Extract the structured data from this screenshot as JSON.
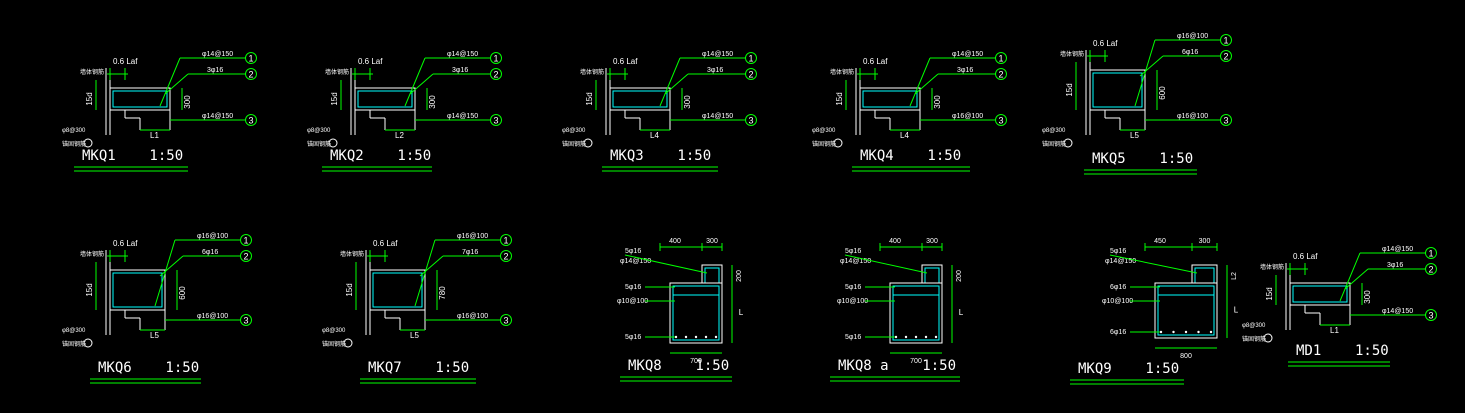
{
  "colors": {
    "background": "#000000",
    "line": "#ffffff",
    "leader": "#00ff00",
    "rebar": "#00ffff",
    "title": "#ffffff",
    "text": "#ffffff"
  },
  "details": [
    {
      "id": "mkq1",
      "title": "MKQ1    1:50",
      "type": "beam",
      "labels": {
        "top": "0.6 Laf",
        "callout1": "φ14@150",
        "callout2": "3φ16",
        "callout3": "φ14@150",
        "depth": "300",
        "length": "L1",
        "anchor": "15d",
        "left_a": "φ8@300",
        "left_b": "墙体钢筋",
        "left_c": "锚固钢筋"
      }
    },
    {
      "id": "mkq2",
      "title": "MKQ2    1:50",
      "type": "beam",
      "labels": {
        "top": "0.6 Laf",
        "callout1": "φ14@150",
        "callout2": "3φ16",
        "callout3": "φ14@150",
        "depth": "300",
        "length": "L2",
        "anchor": "15d",
        "left_a": "φ8@300",
        "left_b": "墙体钢筋",
        "left_c": "锚固钢筋"
      }
    },
    {
      "id": "mkq3",
      "title": "MKQ3    1:50",
      "type": "beam",
      "labels": {
        "top": "0.6 Laf",
        "callout1": "φ14@150",
        "callout2": "3φ16",
        "callout3": "φ14@150",
        "depth": "300",
        "length": "L4",
        "anchor": "15d",
        "left_a": "φ8@300",
        "left_b": "墙体钢筋",
        "left_c": "锚固钢筋"
      }
    },
    {
      "id": "mkq4",
      "title": "MKQ4    1:50",
      "type": "beam",
      "labels": {
        "top": "0.6 Laf",
        "callout1": "φ14@150",
        "callout2": "3φ16",
        "callout3": "φ16@100",
        "depth": "300",
        "length": "L4",
        "anchor": "15d",
        "left_a": "φ8@300",
        "left_b": "墙体钢筋",
        "left_c": "锚固钢筋"
      }
    },
    {
      "id": "mkq5",
      "title": "MKQ5    1:50",
      "type": "wall",
      "labels": {
        "top": "0.6 Laf",
        "callout1": "φ16@100",
        "callout2": "6φ16",
        "callout3": "φ16@100",
        "depth": "600",
        "length": "L5",
        "anchor": "15d",
        "left_a": "φ8@300",
        "left_b": "墙体钢筋",
        "left_c": "锚固钢筋"
      }
    },
    {
      "id": "mkq6",
      "title": "MKQ6    1:50",
      "type": "wall",
      "labels": {
        "top": "0.6 Laf",
        "callout1": "φ16@100",
        "callout2": "6φ16",
        "callout3": "φ16@100",
        "depth": "600",
        "length": "L5",
        "anchor": "15d",
        "left_a": "φ8@300",
        "left_b": "墙体钢筋",
        "left_c": "锚固钢筋"
      }
    },
    {
      "id": "mkq7",
      "title": "MKQ7    1:50",
      "type": "wall",
      "labels": {
        "top": "0.6 Laf",
        "callout1": "φ16@100",
        "callout2": "7φ16",
        "callout3": "φ16@100",
        "depth": "780",
        "length": "L5",
        "anchor": "15d",
        "left_a": "φ8@300",
        "left_b": "墙体钢筋",
        "left_c": "锚固钢筋"
      }
    },
    {
      "id": "mkq8",
      "title": "MKQ8    1:50",
      "type": "column",
      "labels": {
        "w1": "400",
        "w2": "300",
        "top_a": "5φ16",
        "top_b": "φ14@150",
        "h1": "200",
        "mid_a": "5φ16",
        "mid_b": "φ10@100",
        "h2": "L",
        "bot": "5φ16",
        "width": "700"
      }
    },
    {
      "id": "mkq8a",
      "title": "MKQ8 a    1:50",
      "type": "column",
      "labels": {
        "w1": "400",
        "w2": "300",
        "top_a": "5φ16",
        "top_b": "φ14@150",
        "h1": "200",
        "mid_a": "5φ16",
        "mid_b": "φ10@100",
        "h2": "L",
        "bot": "5φ16",
        "width": "700"
      }
    },
    {
      "id": "mkq9",
      "title": "MKQ9    1:50",
      "type": "column",
      "labels": {
        "w1": "450",
        "w2": "300",
        "top_a": "5φ16",
        "top_b": "φ14@150",
        "h1": "L2",
        "mid_a": "6φ16",
        "mid_b": "φ10@100",
        "h2": "L",
        "bot": "6φ16",
        "width": "800"
      }
    },
    {
      "id": "md1",
      "title": "MD1    1:50",
      "type": "beam",
      "labels": {
        "top": "0.6 Laf",
        "callout1": "φ14@150",
        "callout2": "3φ16",
        "callout3": "φ14@150",
        "depth": "300",
        "length": "L1",
        "anchor": "15d",
        "left_a": "φ8@300",
        "left_b": "墙体钢筋",
        "left_c": "锚固钢筋"
      }
    }
  ]
}
